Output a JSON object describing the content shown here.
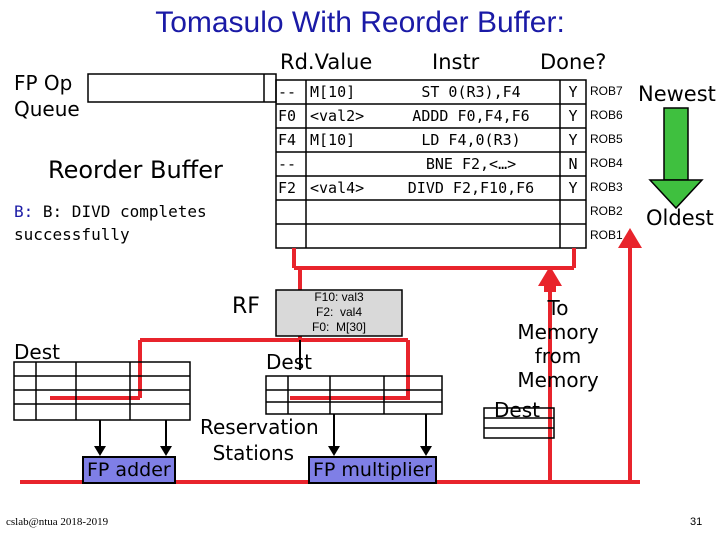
{
  "title": "Tomasulo With Reorder Buffer:",
  "fp_op_queue": [
    "FP Op",
    "Queue"
  ],
  "reorder_buffer_label": "Reorder Buffer",
  "rob_header": {
    "dest_value": "Rd.Value",
    "instr": "Instr",
    "done": "Done?"
  },
  "rob_entries": [
    {
      "dest": "--",
      "value": "M[10]",
      "instr": "ST 0(R3),F4",
      "done": "Y",
      "tag": "ROB7"
    },
    {
      "dest": "F0",
      "value": "<val2>",
      "instr": "ADDD F0,F4,F6",
      "done": "Y",
      "tag": "ROB6"
    },
    {
      "dest": "F4",
      "value": "M[10]",
      "instr": "LD F4,0(R3)",
      "done": "Y",
      "tag": "ROB5"
    },
    {
      "dest": "--",
      "value": "",
      "instr": "BNE F2,<…>",
      "done": "N",
      "tag": "ROB4"
    },
    {
      "dest": "F2",
      "value": "<val4>",
      "instr": "DIVD F2,F10,F6",
      "done": "Y",
      "tag": "ROB3"
    },
    {
      "dest": "",
      "value": "",
      "instr": "",
      "done": "",
      "tag": "ROB2"
    },
    {
      "dest": "",
      "value": "",
      "instr": "",
      "done": "",
      "tag": "ROB1"
    }
  ],
  "newest_label": "Newest",
  "oldest_label": "Oldest",
  "note": [
    "B: DIVD completes",
    "successfully"
  ],
  "register_file": {
    "label": "RF",
    "entries": [
      "F10: val3",
      "F2:  val4",
      "F0:  M[30]"
    ]
  },
  "to_memory": [
    "To",
    "Memory"
  ],
  "from_memory": [
    "from",
    "Memory"
  ],
  "dest_labels": {
    "left": "Dest",
    "middle": "Dest",
    "right": "Dest"
  },
  "reservation_stations": [
    "Reservation",
    "Stations"
  ],
  "fp_adder": "FP adder",
  "fp_multiplier": "FP multiplier",
  "footer_left": "cslab@ntua 2018-2019",
  "page_number": "31",
  "colors": {
    "title": "#1a1aa6",
    "bus_red": "#e8242c",
    "arrow_green": "#3fc03f",
    "unit_fill": "#7f7fe6",
    "rf_fill": "#d9d9d9"
  }
}
